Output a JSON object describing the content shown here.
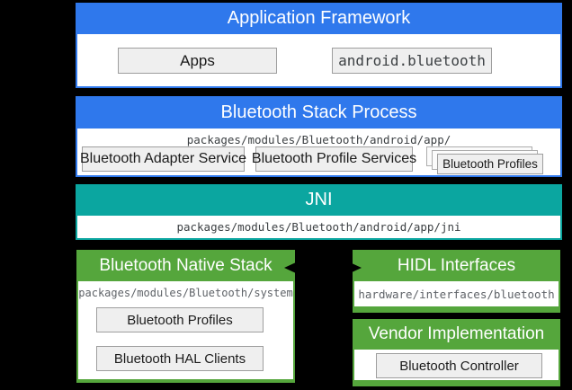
{
  "sections": {
    "app_framework": {
      "title": "Application Framework",
      "apps_label": "Apps",
      "android_bluetooth_label": "android.bluetooth"
    },
    "stack_process": {
      "title": "Bluetooth Stack Process",
      "path": "packages/modules/Bluetooth/android/app/",
      "adapter_service_label": "Bluetooth Adapter Service",
      "profile_services_label": "Bluetooth Profile Services",
      "profiles_label": "Bluetooth Profiles"
    },
    "jni": {
      "title": "JNI",
      "path": "packages/modules/Bluetooth/android/app/jni"
    },
    "native_stack": {
      "title": "Bluetooth Native Stack",
      "path": "packages/modules/Bluetooth/system",
      "profiles_label": "Bluetooth Profiles",
      "hal_clients_label": "Bluetooth HAL Clients"
    },
    "hidl": {
      "title": "HIDL Interfaces",
      "path": "hardware/interfaces/bluetooth"
    },
    "vendor": {
      "title": "Vendor Implementation",
      "controller_label": "Bluetooth Controller"
    }
  },
  "colors": {
    "background": "#000000",
    "blue": "#2F78EC",
    "teal": "#0BA6A0",
    "green": "#55A63C",
    "box_fill": "#EFEFEF",
    "box_border": "#9E9E9E",
    "path_text": "#3C4043",
    "path_text_muted": "#5F6368",
    "arrow": "#000000"
  }
}
